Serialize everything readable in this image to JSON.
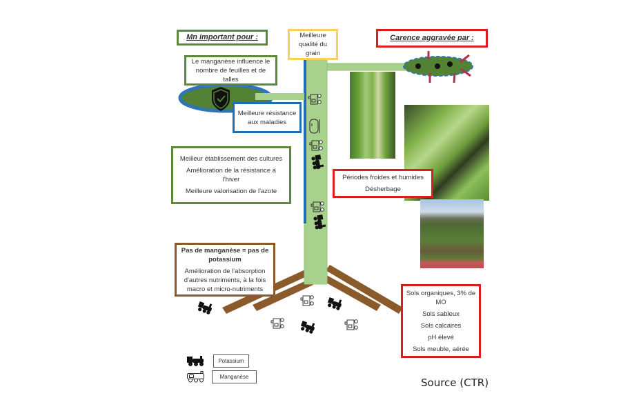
{
  "left_header": "Mn important pour :",
  "right_header": "Carence aggravée par :",
  "top_box": "Meilleure qualité du grain",
  "leaves_box": "Le manganèse influence le nombre de feuilles et de talles",
  "disease_box": "Meilleure résistance aux maladies",
  "benefits_box": {
    "lines": [
      "Meilleur établissement des cultures",
      "Amélioration de la résistance à l'hiver",
      "Meilleure valorisation de l'azote"
    ]
  },
  "potassium_box": {
    "title": "Pas de manganèse = pas de potassium",
    "text": "Amélioration de l'absorption d'autres nutriments, à la fois macro et micro-nutriments"
  },
  "climate_box": {
    "lines": [
      "Périodes froides et humides",
      "Désherbage"
    ]
  },
  "soil_box": {
    "lines": [
      "Sols organiques, 3% de MO",
      "Sols sableux",
      "Sols calcaires",
      "pH élevé",
      "Sols meuble, aérée"
    ]
  },
  "legend": {
    "items": [
      {
        "icon": "train-solid-icon",
        "label": "Potassium"
      },
      {
        "icon": "train-outline-icon",
        "label": "Manganèse"
      }
    ]
  },
  "source": "Source (CTR)",
  "colors": {
    "stem": "#a9d18e",
    "leaf": "#548235",
    "leaf_border": "#2e75b6",
    "root": "#8b5a2b",
    "green_border": "#5a8a3a",
    "red_border": "#d81e1e",
    "yellow_border": "#f5d35a",
    "blue_border": "#1f6db5"
  }
}
